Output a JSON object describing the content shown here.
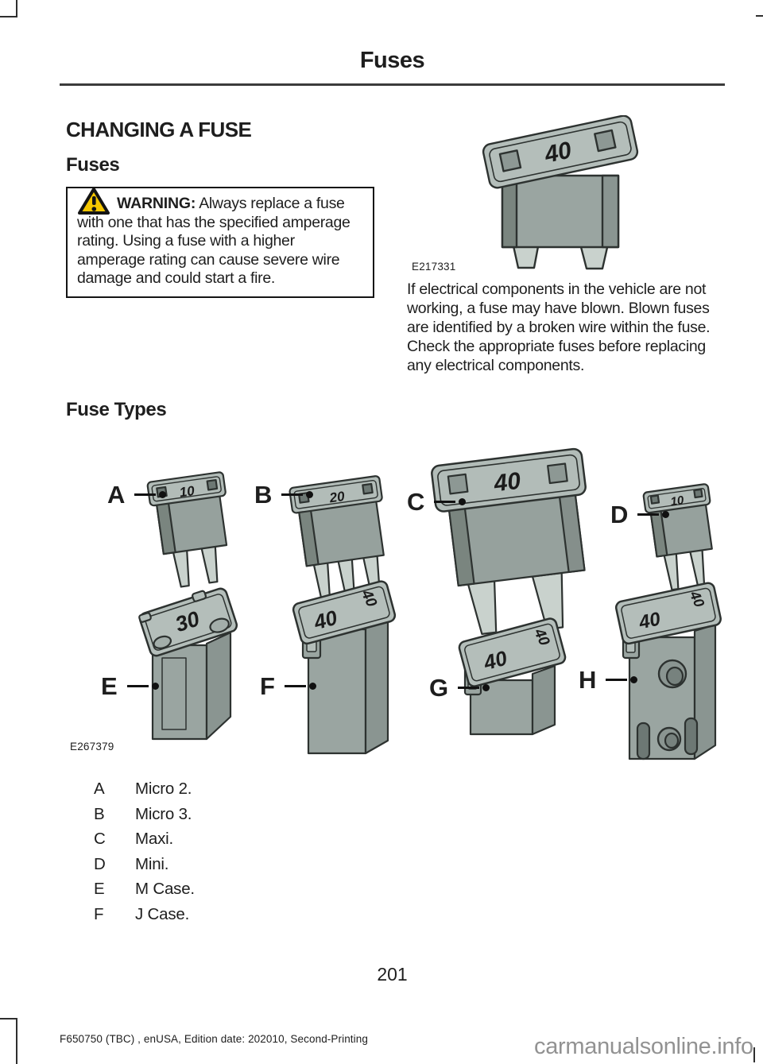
{
  "header": {
    "title": "Fuses"
  },
  "left_column": {
    "section_title": "CHANGING A FUSE",
    "subsection_title": "Fuses",
    "warning": {
      "label": "WARNING:",
      "text": "Always replace a fuse with one that has the specified amperage rating. Using a fuse with a higher amperage rating can cause severe wire damage and could start a fire."
    }
  },
  "right_column": {
    "figure_id": "E217331",
    "figure_rating": "40",
    "body_text": "If electrical components in the vehicle are not working, a fuse may have blown. Blown fuses are identified by a broken wire within the fuse. Check the appropriate fuses before replacing any electrical components."
  },
  "fuse_types_section": {
    "title": "Fuse Types",
    "figure_id": "E267379",
    "callouts": [
      {
        "key": "A",
        "rating": "10"
      },
      {
        "key": "B",
        "rating": "20"
      },
      {
        "key": "C",
        "rating": "40"
      },
      {
        "key": "D",
        "rating": "10"
      },
      {
        "key": "E",
        "rating": "30"
      },
      {
        "key": "F",
        "rating": "40"
      },
      {
        "key": "G",
        "rating": "40"
      },
      {
        "key": "H",
        "rating": "40"
      }
    ],
    "legend": [
      {
        "key": "A",
        "label": "Micro 2."
      },
      {
        "key": "B",
        "label": "Micro 3."
      },
      {
        "key": "C",
        "label": "Maxi."
      },
      {
        "key": "D",
        "label": "Mini."
      },
      {
        "key": "E",
        "label": "M Case."
      },
      {
        "key": "F",
        "label": "J Case."
      }
    ]
  },
  "footer": {
    "page_number": "201",
    "imprint": "F650750 (TBC) , enUSA, Edition date: 202010, Second-Printing",
    "watermark": "carmanualsonline.info"
  },
  "colors": {
    "warning_yellow": "#f6c700",
    "ink": "#1e1e1e",
    "watermark_gray": "#929292"
  }
}
